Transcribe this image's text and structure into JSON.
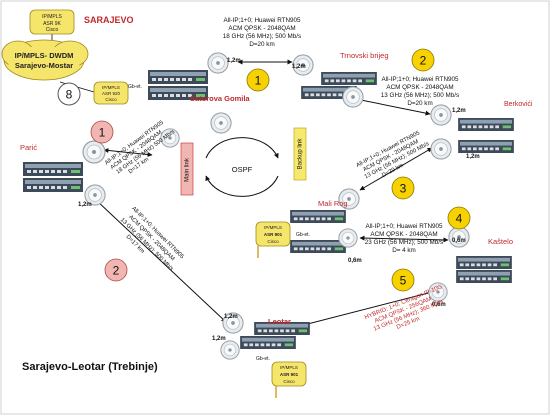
{
  "title": "Sarajevo-Leotar (Trebinje)",
  "sarajevo_label": "SARAJEVO",
  "cloud_label": [
    "IP/MPLS- DWDM",
    "Sarajevo-Mostar"
  ],
  "colors": {
    "red": "#c0292b",
    "circle_fill": "#f1b6b2",
    "circle_yellow": "#f7d200",
    "router_fill": "#f6e56b",
    "line": "#111111",
    "rack": "#3c4a5a"
  },
  "routers": [
    {
      "label": [
        "IP/MPLS",
        "ASR 9K",
        "Cisco"
      ]
    },
    {
      "label": [
        "IP/MPLS",
        "ASR 920",
        "Cisco"
      ]
    },
    {
      "label": [
        "IP/MPLS",
        "ASR 901",
        "Cisco"
      ]
    },
    {
      "label": [
        "IP/MPLS",
        "ASR 901",
        "Cisco"
      ]
    }
  ],
  "badges": [
    "8",
    "1",
    "2",
    "3",
    "4",
    "5",
    "1",
    "2"
  ],
  "sites": {
    "satorova": "Šatorova Gomila",
    "trnovski": "Trnovski brijeg",
    "berkovici": "Berkovići",
    "paric": "Parić",
    "mali_rog": "Mali Rog",
    "kastelo": "Kaštelo",
    "leotar": "Leotar"
  },
  "gbe": "Gb-et.",
  "dish_sizes": [
    "1,2m",
    "1,2m",
    "1,2m",
    "1,2m",
    "1,2m",
    "0,6m",
    "0,6m",
    "0,6m",
    "1,2m",
    "1,2m"
  ],
  "ospf": "OSPF",
  "main_link": "Main link",
  "backup_link": "Backup link",
  "link_texts": {
    "link1": [
      "All-IP;1+0; Huawei RTN905",
      "ACM QPSK - 2048QAM",
      "18  GHz (56 MHz); 500 Mb/s",
      "D=20 km"
    ],
    "link2": [
      "All-IP;1+0; Huawei RTN905",
      "ACM QPSK - 2048QAM",
      "13 GHz (56 MHz); 500 Mb/s",
      "D=20 km"
    ],
    "link_paric": [
      "All-IP;1+0; Huawei RTN905",
      "ACM QPSK - 2048QAM",
      "18 GHz (56 MHz) 500 Mb/s",
      "D=17 km"
    ],
    "link3": [
      "All-IP;1+0; Huawei RTN905",
      "ACM QPSK - 2048QAM",
      "13 GHz (56 MHz); 500 Mb/s",
      "D=20 km"
    ],
    "link_leotar": [
      "All-IP;1+0; Huawei RTN905",
      "ACM QPSK - 2048QAM",
      "13 GHz (56 MHz); 500 Mb/s",
      "D=17 km"
    ],
    "link4": [
      "All-IP;1+0; Huawei RTN905",
      "ACM QPSK - 2048QAM",
      "23 GHz (56 MHz); 500 Mb/s",
      "D= 4 km"
    ],
    "link5": [
      "HYBRID; 1+0; Ceragon IP-10G",
      "ACM QPSK - 256QAM",
      "13 GHz (56 MHz); 360 Mb/s",
      "D=25 km"
    ]
  }
}
